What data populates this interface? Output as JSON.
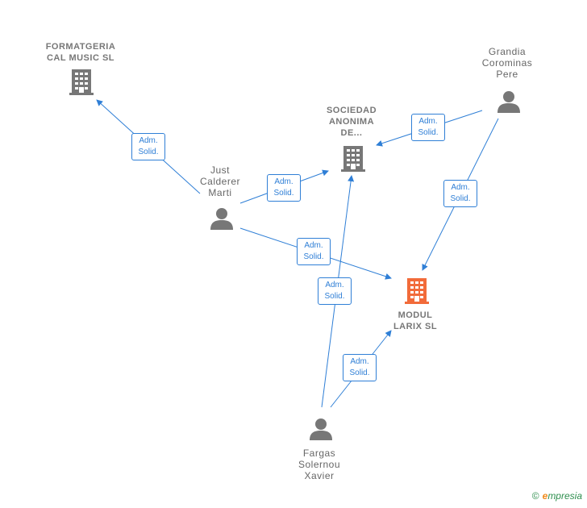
{
  "nodes": {
    "formatgeria": {
      "label": "FORMATGERIA\nCAL MUSIC  SL"
    },
    "sociedad": {
      "label": "SOCIEDAD\nANONIMA\nDE..."
    },
    "modul": {
      "label": "MODUL\nLARIX  SL"
    },
    "grandia": {
      "label": "Grandia\nCorominas\nPere"
    },
    "just": {
      "label": "Just\nCalderer\nMarti"
    },
    "fargas": {
      "label": "Fargas\nSolernou\nXavier"
    }
  },
  "edges": [
    {
      "from": "just",
      "to": "formatgeria",
      "line1": "Adm.",
      "line2": "Solid."
    },
    {
      "from": "just",
      "to": "sociedad",
      "line1": "Adm.",
      "line2": "Solid."
    },
    {
      "from": "just",
      "to": "modul",
      "line1": "Adm.",
      "line2": "Solid."
    },
    {
      "from": "grandia",
      "to": "sociedad",
      "line1": "Adm.",
      "line2": "Solid."
    },
    {
      "from": "grandia",
      "to": "modul",
      "line1": "Adm.",
      "line2": "Solid."
    },
    {
      "from": "fargas",
      "to": "sociedad",
      "line1": "Adm.",
      "line2": "Solid."
    },
    {
      "from": "fargas",
      "to": "modul",
      "line1": "Adm.",
      "line2": "Solid."
    }
  ],
  "colors": {
    "edge": "#2f7fd6",
    "company_icon": "#777777",
    "main_company_icon": "#f26b3a",
    "person_icon": "#777777"
  },
  "footer": {
    "copyright_symbol": "©",
    "brand_initial": "e",
    "brand_rest": "mpresia"
  }
}
